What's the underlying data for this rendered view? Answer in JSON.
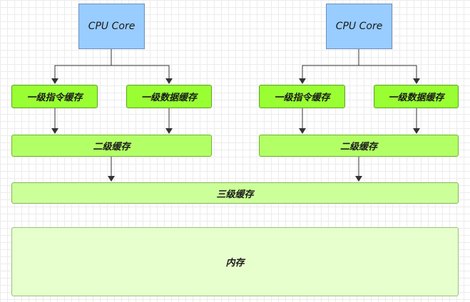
{
  "cpu_cores": [
    {
      "label": "CPU Core",
      "l1_instruction": "一级指令缓存",
      "l1_data": "一级数据缓存",
      "l2": "二级缓存"
    },
    {
      "label": "CPU Core",
      "l1_instruction": "一级指令缓存",
      "l1_data": "一级数据缓存",
      "l2": "二级缓存"
    }
  ],
  "l3_cache": "三级缓存",
  "memory": "内存",
  "colors": {
    "cpu": "#99ccff",
    "l1": "#99ff33",
    "l2": "#b3ff66",
    "l3": "#ccff99",
    "memory": "#e6ffcc",
    "arrow": "#333333"
  }
}
